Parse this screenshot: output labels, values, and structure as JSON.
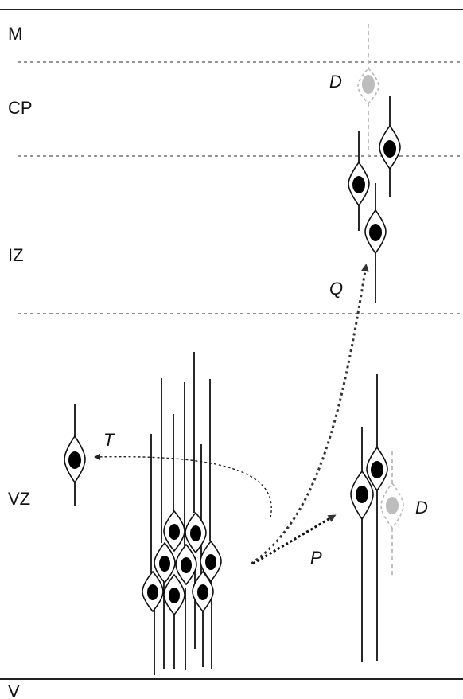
{
  "zones": {
    "m": "M",
    "cp": "CP",
    "iz": "IZ",
    "vz": "VZ",
    "v": "V"
  },
  "fates": {
    "d_upper": "D",
    "q": "Q",
    "t": "T",
    "p": "P",
    "d_lower": "D"
  },
  "colors": {
    "cell_stroke": "#111111",
    "nucleus": "#000000",
    "dying_cell": "#bdbdbd",
    "arrow_q": "#333333",
    "arrow_t": "#222222",
    "arrow_p": "#111111"
  }
}
